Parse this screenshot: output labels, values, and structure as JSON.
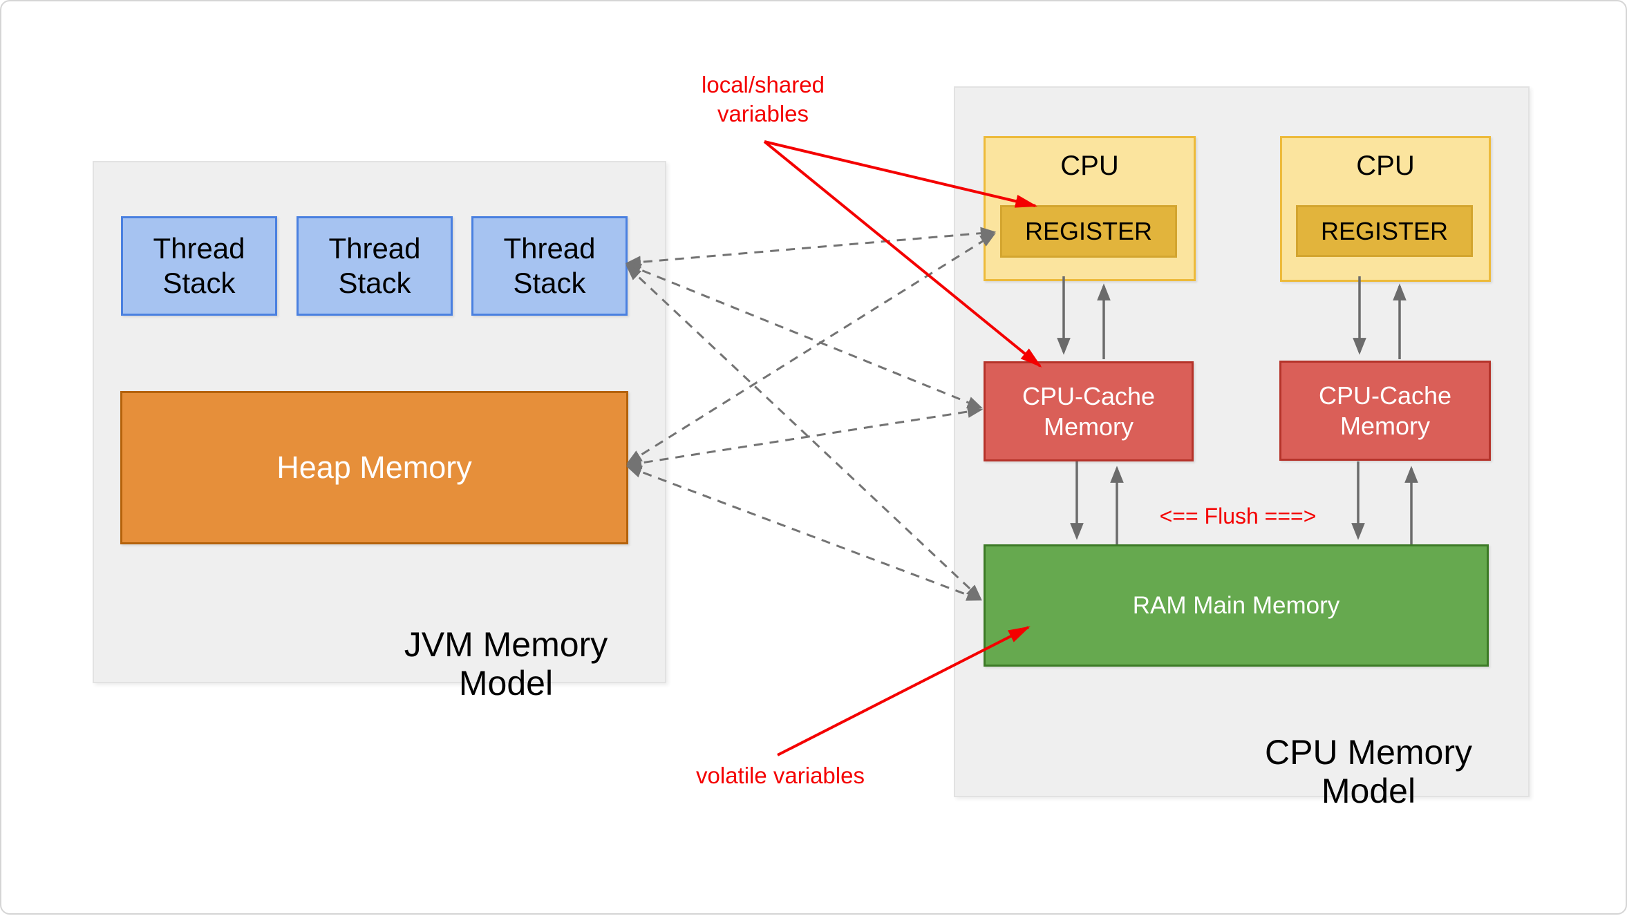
{
  "jvm_panel": {
    "label": "JVM Memory Model",
    "thread_stacks": [
      "Thread Stack",
      "Thread Stack",
      "Thread Stack"
    ],
    "heap_label": "Heap Memory"
  },
  "cpu_panel": {
    "label": "CPU Memory Model",
    "cpus": [
      {
        "label": "CPU",
        "register_label": "REGISTER",
        "cache_label": "CPU-Cache Memory"
      },
      {
        "label": "CPU",
        "register_label": "REGISTER",
        "cache_label": "CPU-Cache Memory"
      }
    ],
    "ram_label": "RAM Main Memory"
  },
  "annotations": {
    "local_shared": "local/shared variables",
    "volatile": "volatile variables",
    "flush": "<== Flush ===>"
  },
  "colors": {
    "panel_bg": "#EFEFEF",
    "panel_border": "#E2E2E2",
    "thread_fill": "#A6C3F1",
    "thread_border": "#4A80E0",
    "heap_fill": "#E68F3A",
    "heap_border": "#B4620B",
    "cpu_fill": "#FBE49E",
    "cpu_border": "#EDBA3A",
    "register_fill": "#E2B43C",
    "register_border": "#D3A52F",
    "cache_fill": "#DA5F58",
    "cache_border": "#B5332A",
    "ram_fill": "#66A94F",
    "ram_border": "#3C7A26",
    "red": "#F40000"
  }
}
